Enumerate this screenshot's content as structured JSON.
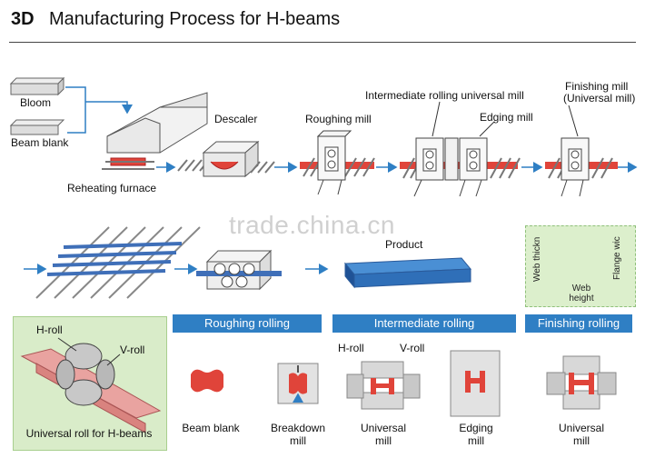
{
  "header": {
    "prefix": "3D",
    "title": "Manufacturing Process for H-beams"
  },
  "top_row": {
    "bloom": "Bloom",
    "beam_blank": "Beam blank",
    "reheating_furnace": "Reheating furnace",
    "descaler": "Descaler",
    "roughing_mill": "Roughing mill",
    "intermediate_mill": "Intermediate rolling universal mill",
    "edging_mill": "Edging mill",
    "finishing_mill_line1": "Finishing mill",
    "finishing_mill_line2": "(Universal mill)"
  },
  "middle_row": {
    "product": "Product",
    "web_thickness": "Web thickn",
    "flange_width": "Flange wic",
    "web_height": "Web\nheight",
    "watermark": "trade.china.cn"
  },
  "bottom_row": {
    "h_roll": "H-roll",
    "v_roll": "V-roll",
    "universal_roll_caption": "Universal roll for H-beams",
    "roughing_header": "Roughing rolling",
    "intermediate_header": "Intermediate rolling",
    "finishing_header": "Finishing rolling",
    "beam_blank": "Beam blank",
    "breakdown_mill": "Breakdown\nmill",
    "h_roll_2": "H-roll",
    "v_roll_2": "V-roll",
    "universal_mill": "Universal\nmill",
    "edging_mill": "Edging\nmill",
    "universal_mill_2": "Universal\nmill"
  },
  "colors": {
    "accent_blue": "#2f7fc4",
    "hot_steel": "#e0443a",
    "green_panel": "#d9ecc9"
  }
}
